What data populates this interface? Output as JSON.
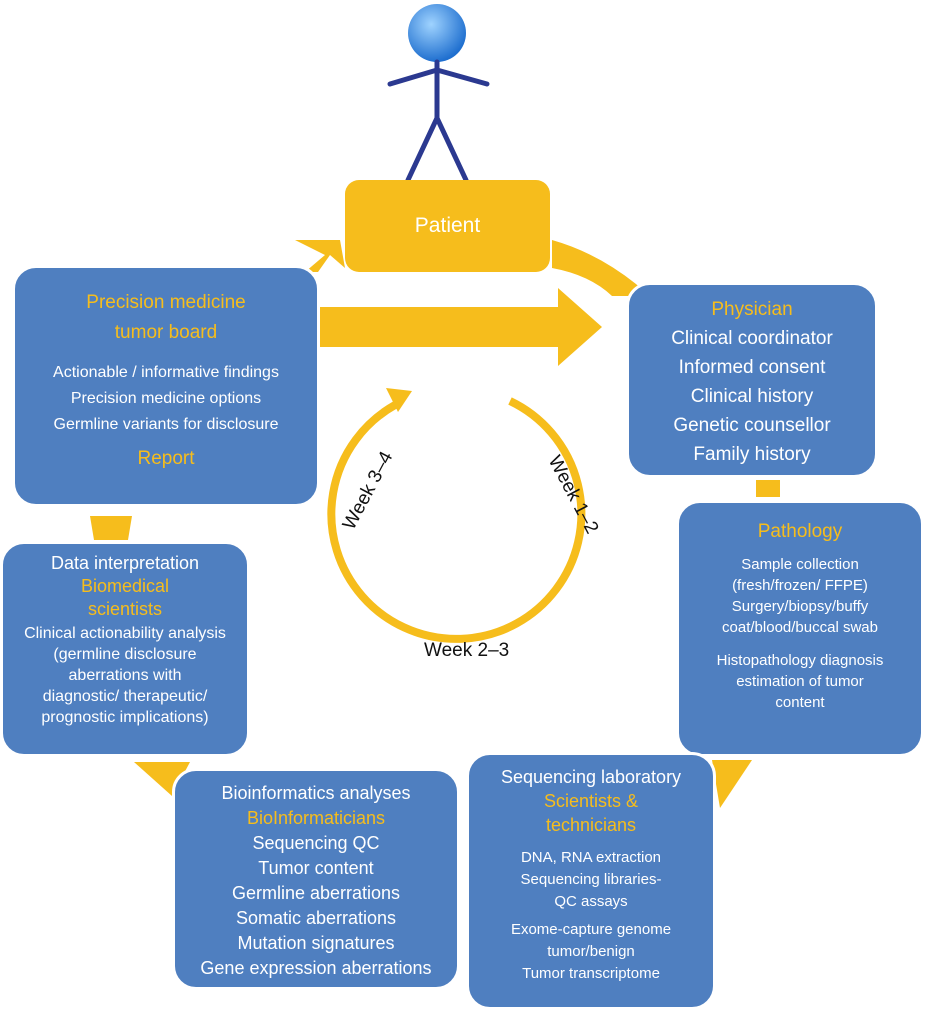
{
  "colors": {
    "accent": "#f6bd1c",
    "box": "#4f7fc0",
    "figure": "#2b3990",
    "head": "#2a7fd8"
  },
  "icons": {
    "person": "person-icon"
  },
  "patient": {
    "label": "Patient"
  },
  "physician": {
    "title": "Physician",
    "lines": [
      "Clinical coordinator",
      "Informed consent",
      "Clinical history",
      "Genetic counsellor",
      "Family history"
    ]
  },
  "pathology": {
    "title": "Pathology",
    "lines": [
      "Sample collection",
      "(fresh/frozen/ FFPE)",
      "Surgery/biopsy/buffy",
      "coat/blood/buccal swab",
      "Histopathology diagnosis",
      "estimation of tumor",
      "content"
    ]
  },
  "sequencing": {
    "title": "Sequencing laboratory",
    "subtitle1": "Scientists &",
    "subtitle2": "technicians",
    "lines": [
      "DNA, RNA extraction",
      "Sequencing libraries-",
      "QC assays",
      "Exome-capture genome",
      "tumor/benign",
      "Tumor transcriptome"
    ]
  },
  "bioinformatics": {
    "title": "Bioinformatics analyses",
    "subtitle": "BioInformaticians",
    "lines": [
      "Sequencing QC",
      "Tumor content",
      "Germline aberrations",
      "Somatic aberrations",
      "Mutation signatures",
      "Gene expression aberrations"
    ]
  },
  "interpretation": {
    "title": "Data interpretation",
    "subtitle1": "Biomedical",
    "subtitle2": "scientists",
    "lines": [
      "Clinical actionability analysis",
      "(germline disclosure",
      "aberrations with",
      "diagnostic/ therapeutic/",
      "prognostic implications)"
    ]
  },
  "tumor_board": {
    "title1": "Precision medicine",
    "title2": "tumor board",
    "lines": [
      "Actionable / informative findings",
      "Precision medicine options",
      "Germline variants for disclosure"
    ],
    "report": "Report"
  },
  "weeks": {
    "w12": "Week 1–2",
    "w23": "Week 2–3",
    "w34": "Week 3–4"
  }
}
